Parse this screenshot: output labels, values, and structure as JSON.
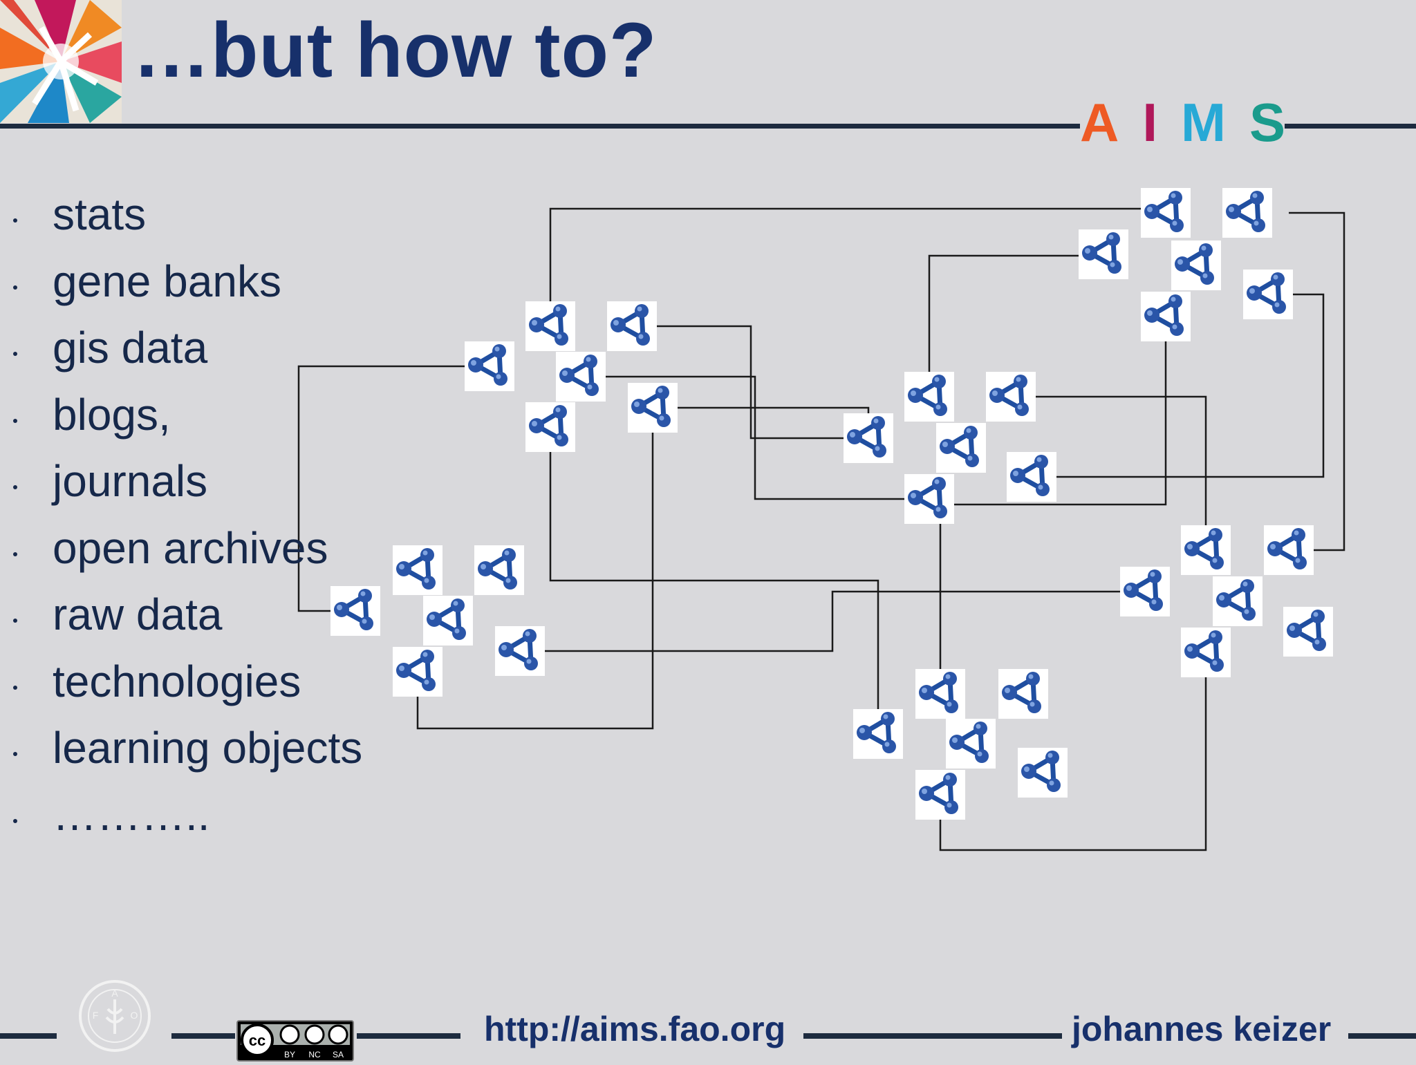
{
  "slide": {
    "title": "…but how to?",
    "brand": {
      "letters": [
        {
          "char": "A",
          "color": "#ee5a24"
        },
        {
          "char": "I",
          "color": "#b0185a"
        },
        {
          "char": "M",
          "color": "#27a9d6"
        },
        {
          "char": "S",
          "color": "#1a9b8c"
        }
      ]
    },
    "bullets": [
      "stats",
      "gene banks",
      "gis data",
      "blogs,",
      "journals",
      "open archives",
      "raw data",
      "technologies",
      "learning objects",
      "……….."
    ],
    "footer": {
      "url": "http://aims.fao.org",
      "author": "johannes keizer",
      "license": {
        "badge_text": "cc",
        "terms": [
          "BY",
          "NC",
          "SA"
        ]
      },
      "fao_logo_text": "FAO"
    },
    "colors": {
      "title": "#17306b",
      "text": "#16284a",
      "rule": "#1d2b3f",
      "node": "#2a55a8",
      "background": "#d9d9dc"
    }
  }
}
